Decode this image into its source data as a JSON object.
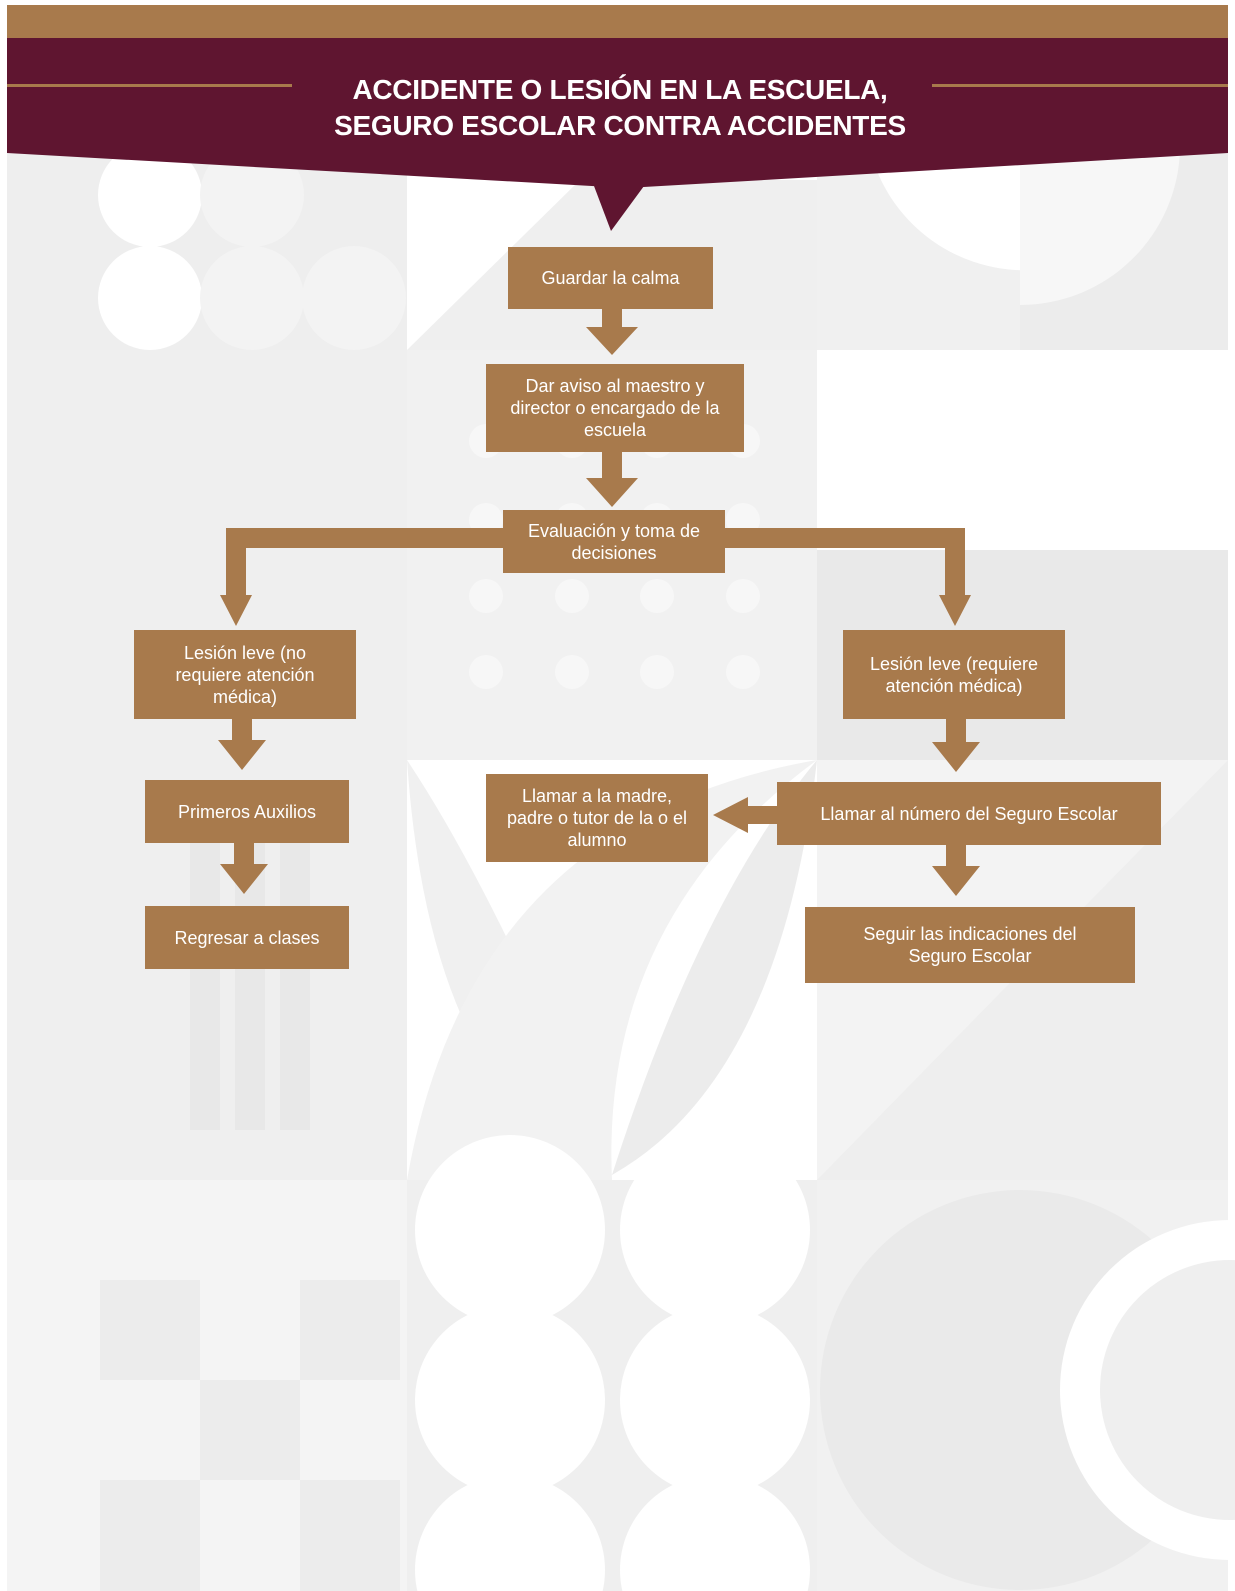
{
  "header": {
    "title_line1": "ACCIDENTE O LESIÓN EN LA ESCUELA,",
    "title_line2": "SEGURO ESCOLAR CONTRA ACCIDENTES"
  },
  "colors": {
    "box_fill": "#a87a4c",
    "banner_fill": "#5f1530",
    "accent_line": "#a87a4c",
    "box_text": "#ffffff"
  },
  "flow": {
    "step1": "Guardar la calma",
    "step2": "Dar aviso al maestro y director o encargado de la escuela",
    "step3": "Evaluación y toma de decisiones",
    "left_branch": {
      "decision": "Lesión leve (no requiere atención médica)",
      "action": "Primeros Auxilios",
      "result": "Regresar a clases"
    },
    "right_branch": {
      "decision": "Lesión leve (requiere atención médica)",
      "action": "Llamar al número del Seguro Escolar",
      "result": "Seguir las indicaciones del Seguro Escolar",
      "notify": "Llamar a la madre, padre o tutor de la o el alumno"
    }
  }
}
